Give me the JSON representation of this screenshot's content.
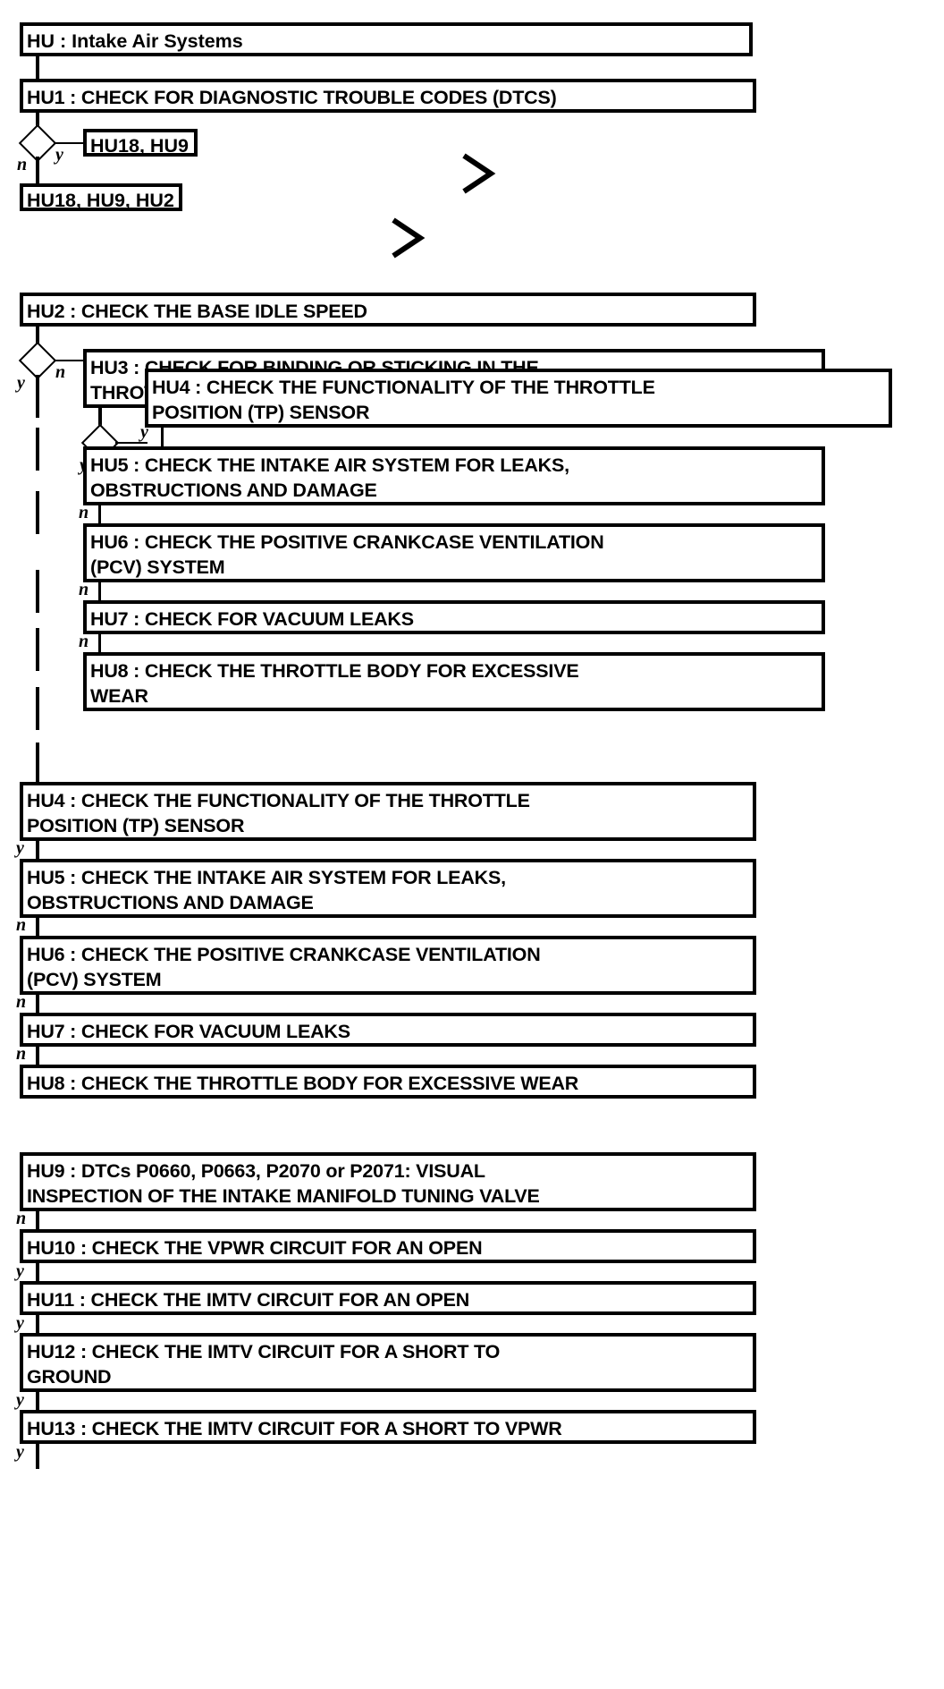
{
  "diagram": {
    "title": "HU : Intake Air Systems",
    "colors": {
      "ink": "#000000",
      "paper": "#ffffff"
    },
    "branch_labels": {
      "yes": "y",
      "no": "n"
    },
    "nodes": {
      "title": "HU : Intake Air Systems",
      "hu1": "HU1 : CHECK FOR DIAGNOSTIC TROUBLE CODES (DTCS)",
      "tag1": "HU18, HU9",
      "tag2": "HU18, HU9, HU2",
      "hu2": "HU2 : CHECK THE BASE IDLE SPEED",
      "hu3": "HU3 : CHECK FOR BINDING OR STICKING IN THE\nTHROTTLE SYSTEM",
      "hu4_nested": "HU4 : CHECK THE FUNCTIONALITY OF THE THROTTLE\nPOSITION (TP) SENSOR",
      "hu5_nested": "HU5 : CHECK THE INTAKE AIR SYSTEM FOR LEAKS,\nOBSTRUCTIONS AND DAMAGE",
      "hu6_nested": "HU6 : CHECK THE POSITIVE CRANKCASE VENTILATION\n(PCV) SYSTEM",
      "hu7_nested": "HU7 : CHECK FOR VACUUM LEAKS",
      "hu8_nested": "HU8 : CHECK THE THROTTLE BODY FOR EXCESSIVE\nWEAR",
      "hu4": "HU4 : CHECK THE FUNCTIONALITY OF THE THROTTLE\nPOSITION (TP) SENSOR",
      "hu5": "HU5 : CHECK THE INTAKE AIR SYSTEM FOR LEAKS,\nOBSTRUCTIONS AND DAMAGE",
      "hu6": "HU6 : CHECK THE POSITIVE CRANKCASE VENTILATION\n(PCV) SYSTEM",
      "hu7": "HU7 : CHECK FOR VACUUM LEAKS",
      "hu8": "HU8 : CHECK THE THROTTLE BODY FOR EXCESSIVE WEAR",
      "hu9": "HU9 : DTCs P0660, P0663, P2070 or P2071: VISUAL\nINSPECTION OF THE INTAKE MANIFOLD TUNING VALVE",
      "hu10": "HU10 : CHECK THE VPWR CIRCUIT FOR AN OPEN",
      "hu11": "HU11 : CHECK THE IMTV CIRCUIT FOR AN OPEN",
      "hu12": "HU12 : CHECK THE IMTV CIRCUIT FOR A SHORT TO\nGROUND",
      "hu13": "HU13 : CHECK THE IMTV CIRCUIT FOR A SHORT TO VPWR"
    },
    "edges": {
      "e_hu1_n": "n",
      "e_hu1_y": "y",
      "e_hu2_y": "y",
      "e_hu2_n": "n",
      "e_hu3_y": "y",
      "e_hu3_n": "n",
      "e_hu4n_y": "y",
      "e_hu5n_n": "n",
      "e_hu6n_n": "n",
      "e_hu7n_n": "n",
      "e_hu4_y": "y",
      "e_hu5_n": "n",
      "e_hu6_n": "n",
      "e_hu7_n": "n",
      "e_hu9_n": "n",
      "e_hu10_y": "y",
      "e_hu11_y": "y",
      "e_hu12_y": "y",
      "e_hu13_y": "y"
    }
  }
}
